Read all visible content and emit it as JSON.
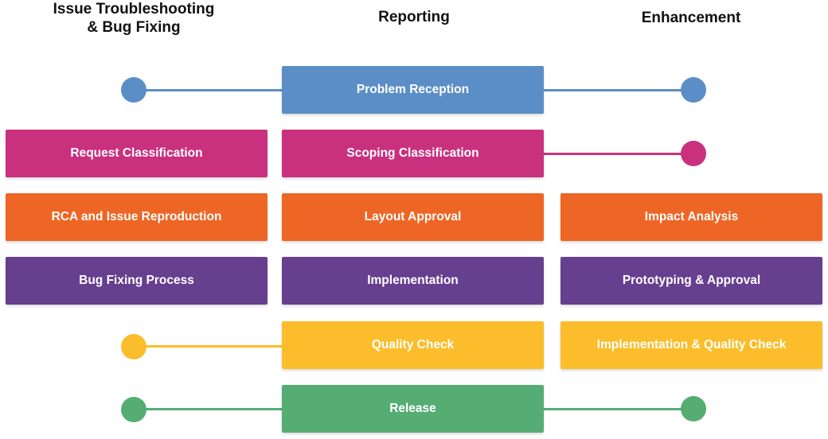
{
  "headers": {
    "col1": "Issue Troubleshooting\n& Bug Fixing",
    "col1_line1": "Issue Troubleshooting",
    "col1_line2": "& Bug Fixing",
    "col2": "Reporting",
    "col3": "Enhancement"
  },
  "colors": {
    "blue": "#5b8ec6",
    "magenta": "#c9317f",
    "orange": "#ee6625",
    "purple": "#673f8f",
    "yellow": "#fbbd2b",
    "green": "#55ad74"
  },
  "boxes": {
    "problem_reception": "Problem Reception",
    "request_classification": "Request Classification",
    "scoping_classification": "Scoping Classification",
    "rca": "RCA and Issue Reproduction",
    "layout_approval": "Layout Approval",
    "impact_analysis": "Impact Analysis",
    "bug_fixing": "Bug Fixing Process",
    "implementation": "Implementation",
    "prototyping": "Prototyping & Approval",
    "quality_check": "Quality Check",
    "impl_quality": "Implementation & Quality Check",
    "release": "Release"
  }
}
